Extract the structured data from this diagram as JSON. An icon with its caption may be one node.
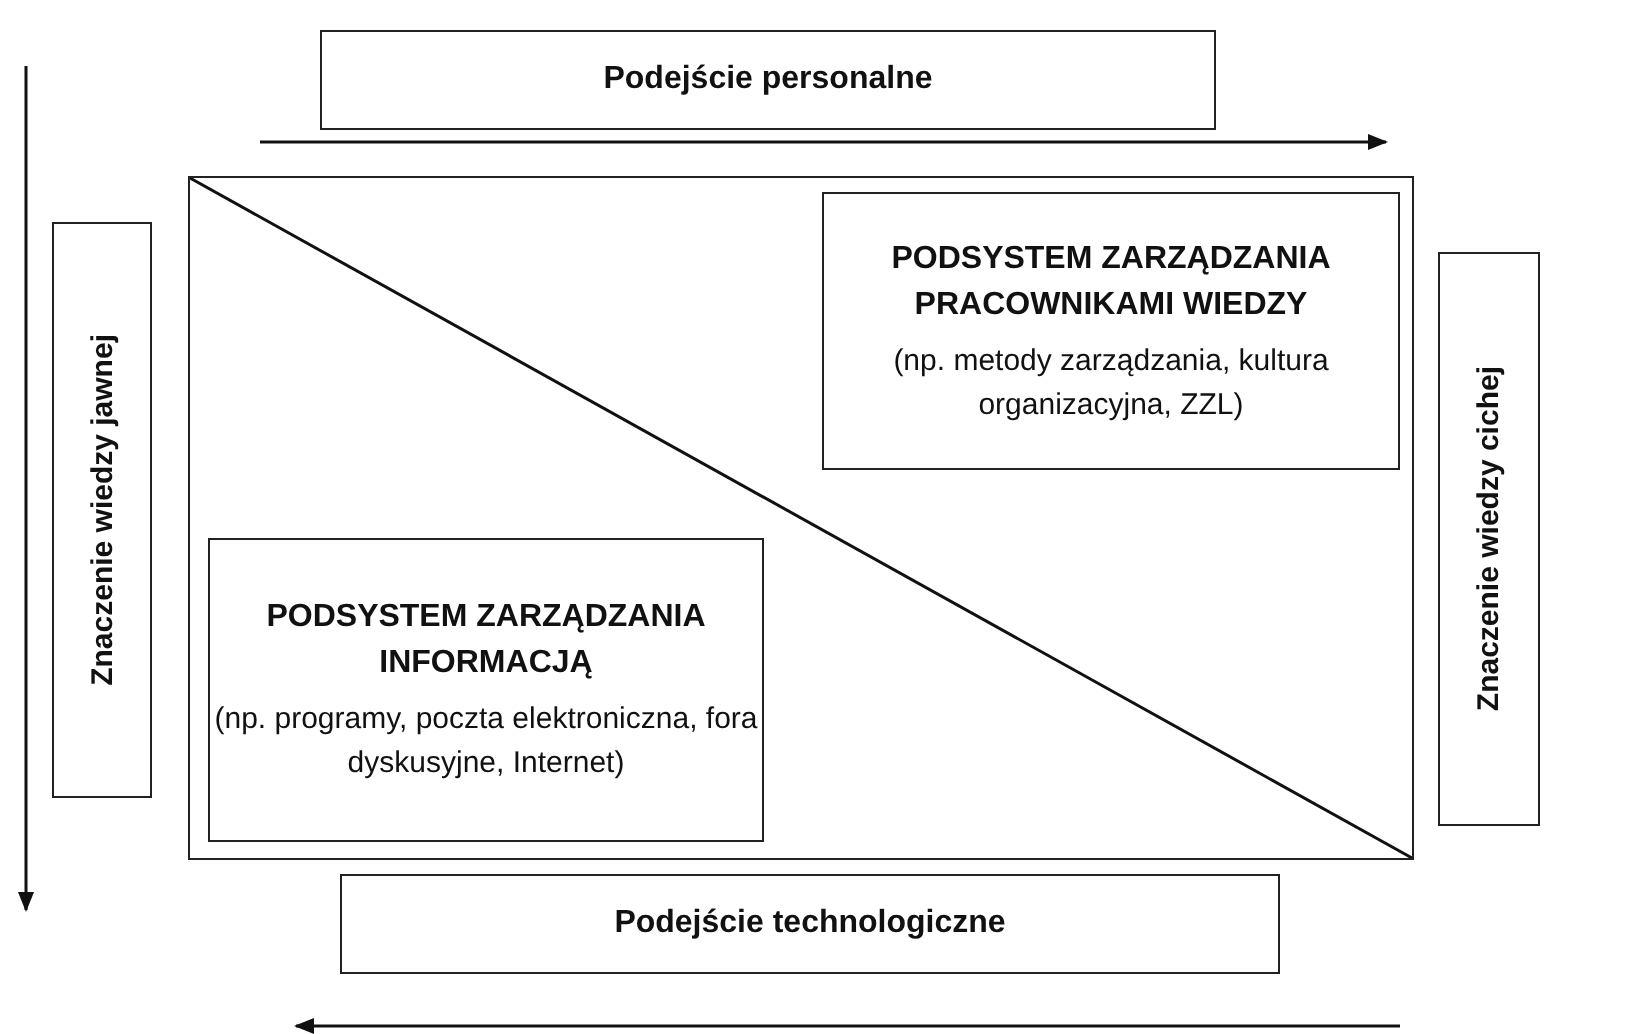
{
  "diagram": {
    "nodes": [
      {
        "text": [
          "Podejście personalne"
        ]
      },
      {
        "text": [],
        "shape": "box"
      },
      {
        "text": [
          "PODSYSTEM ZARZĄDZANIA PRACOWNIKAMI WIEDZY",
          "(np. metody zarządzania, kultura organizacyjna, ZZL)"
        ],
        "in": 1
      },
      {
        "text": [
          "PODSYSTEM ZARZĄDZANIA INFORMACJĄ",
          "(np. programy, poczta elektroniczna, fora dyskusyjne, Internet)"
        ],
        "in": 1
      },
      {
        "text": [
          "Znaczenie wiedzy jawnej"
        ]
      },
      {
        "text": [
          "Znaczenie wiedzy cichej"
        ]
      },
      {
        "text": [
          "Podejście technologiczne"
        ]
      }
    ]
  }
}
